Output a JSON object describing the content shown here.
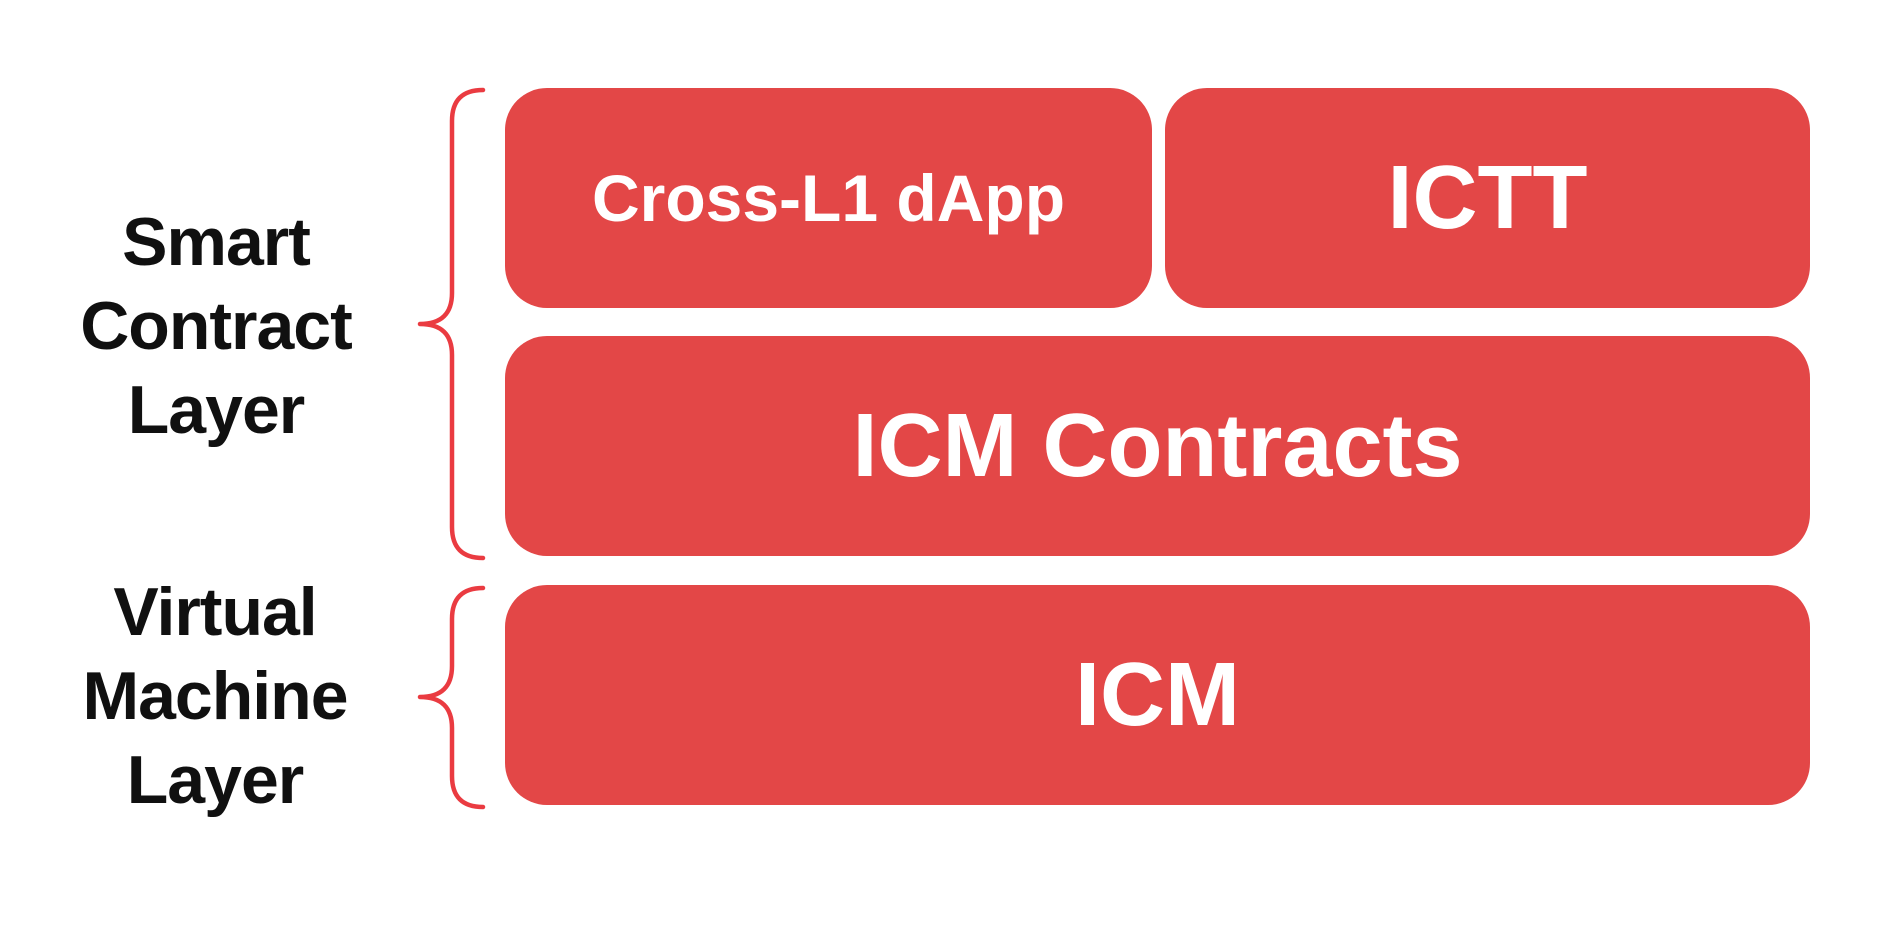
{
  "colors": {
    "background": "#ffffff",
    "box_fill": "#e34747",
    "box_text": "#ffffff",
    "brace_stroke": "#ea3b41",
    "label_text": "#101010"
  },
  "labels": {
    "smart_contract_layer": {
      "lines": [
        "Smart",
        "Contract",
        "Layer"
      ]
    },
    "virtual_machine_layer": {
      "lines": [
        "Virtual",
        "Machine",
        "Layer"
      ]
    }
  },
  "boxes": {
    "cross_l1_dapp": "Cross-L1 dApp",
    "ictt": "ICTT",
    "icm_contracts": "ICM Contracts",
    "icm": "ICM"
  },
  "structure": {
    "smart_contract_layer_boxes": [
      "Cross-L1 dApp",
      "ICTT",
      "ICM Contracts"
    ],
    "virtual_machine_layer_boxes": [
      "ICM"
    ]
  }
}
